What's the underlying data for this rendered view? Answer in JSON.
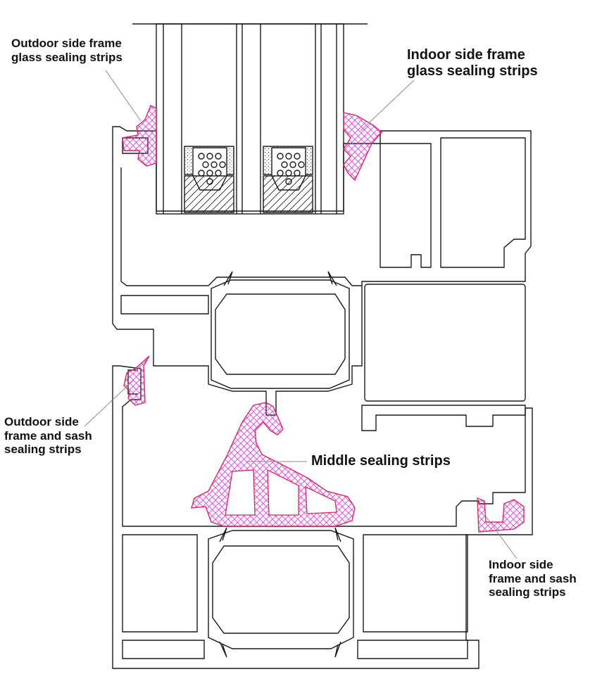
{
  "labels": {
    "outdoor_glass": {
      "line1": "Outdoor side frame",
      "line2": "glass sealing strips"
    },
    "indoor_glass": {
      "line1": "Indoor side frame",
      "line2": "glass sealing strips"
    },
    "outdoor_sash": {
      "line1": "Outdoor side",
      "line2": "frame and sash",
      "line3": "sealing strips"
    },
    "middle": {
      "line1": "Middle sealing strips"
    },
    "indoor_sash": {
      "line1": "Indoor side",
      "line2": "frame and sash",
      "line3": "sealing strips"
    }
  },
  "colors": {
    "outline": "#1a1a1a",
    "seal_stroke": "#e0245e",
    "seal_hatch": "#e040e0",
    "leader": "#8a8a8a"
  }
}
